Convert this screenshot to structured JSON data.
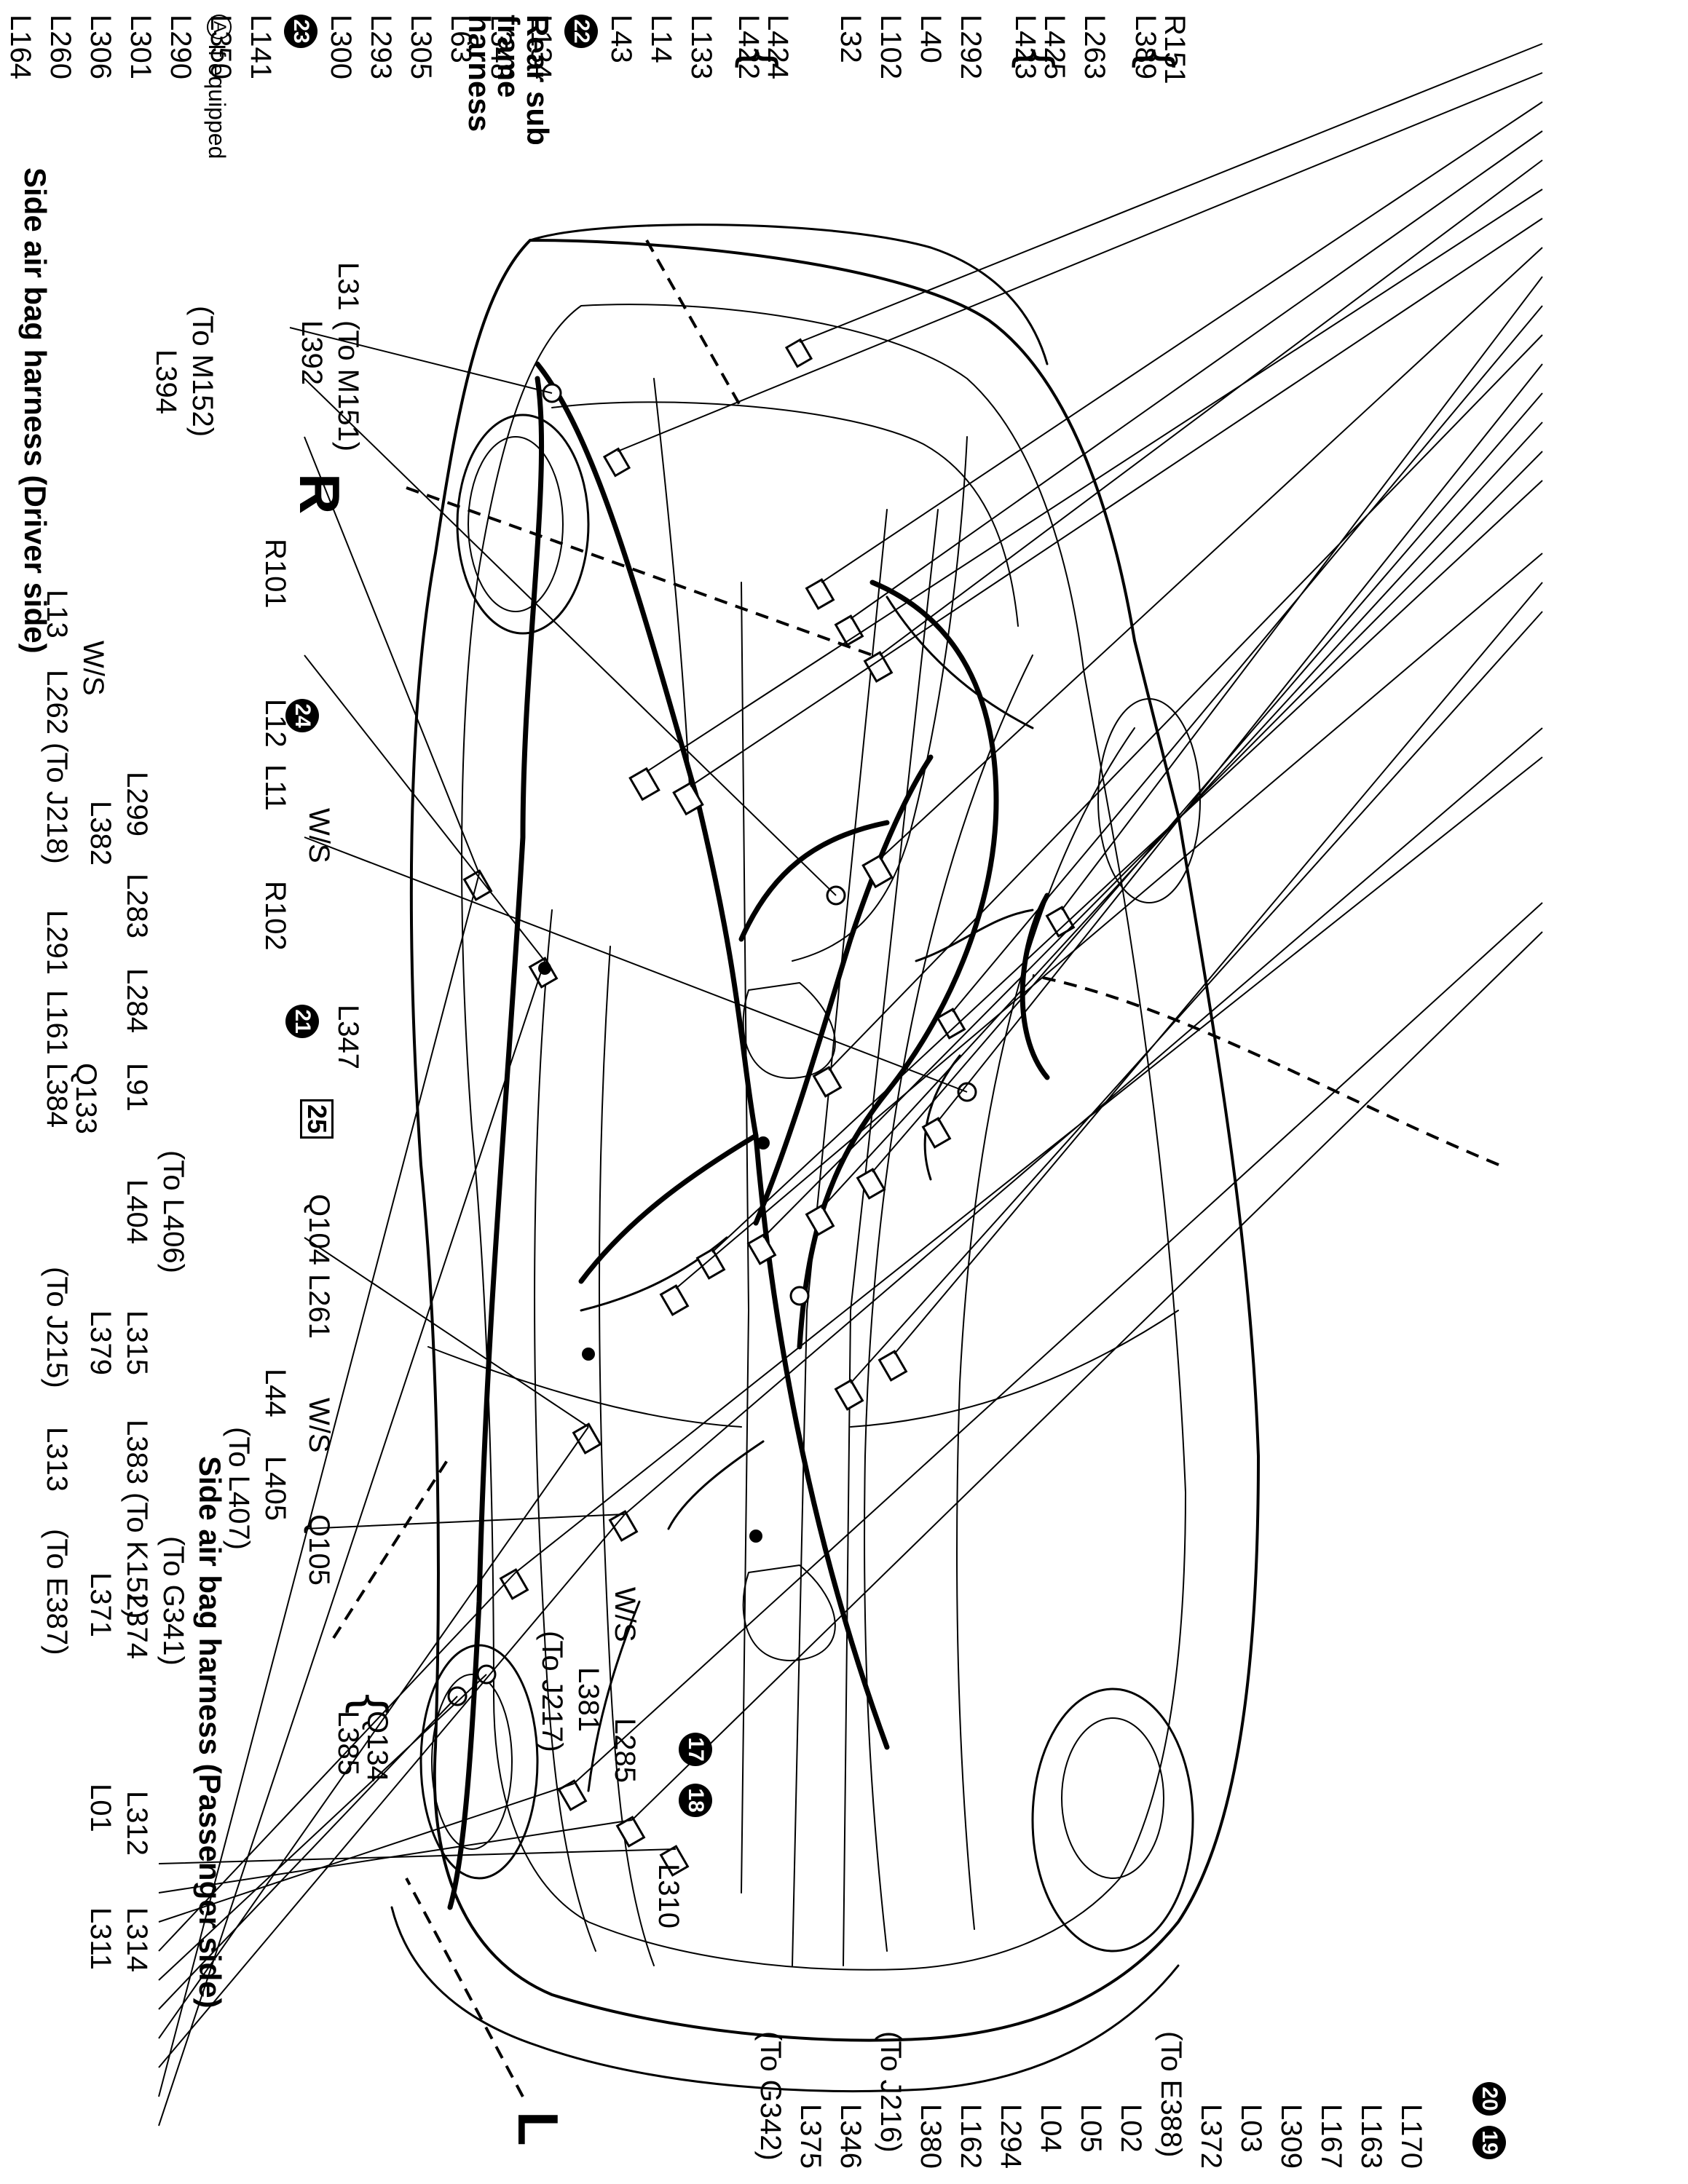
{
  "labels": {
    "side_airbag_driver": "Side air bag harness (Driver side)",
    "side_airbag_passenger": "Side air bag harness (Passenger side)",
    "rear_sub_frame": "Rear sub frame harness",
    "letter_R": "R",
    "letter_L": "L",
    "footnote_marker": "A",
    "footnote_text": "If equipped",
    "top_row": [
      "L164",
      "L260",
      "L306",
      "L301",
      "L290",
      "L350",
      "L141",
      "L300",
      "L293",
      "L305",
      "L63",
      "L348",
      "L134",
      "L43",
      "L14",
      "L133"
    ],
    "top_grouped": [
      "L422",
      "L424"
    ],
    "top_lower": [
      "L32",
      "L102",
      "L40",
      "L292",
      "L263"
    ],
    "top_group2": [
      "L423",
      "L425"
    ],
    "top_group3": [
      "L389",
      "R151"
    ],
    "badges": {
      "b23": "23",
      "b22": "22",
      "b24": "24",
      "b21": "21",
      "b25": "25",
      "b17": "17",
      "b18": "18",
      "b19": "19",
      "b20": "20"
    },
    "driver_side": {
      "L394": "L394",
      "to_M152": "(To M152)",
      "L392": "L392",
      "L31": "L31",
      "to_M151": "(To M151)",
      "L13": "L13",
      "WS1": "W/S",
      "L262": "L262",
      "to_J218": "(To J218)",
      "L382": "L382",
      "L299": "L299",
      "L283": "L283",
      "L291": "L291",
      "L284": "L284",
      "L161": "L161",
      "L384": "L384",
      "Q133": "Q133",
      "L91": "L91",
      "L404": "L404",
      "to_L406": "(To L406)",
      "L379": "L379",
      "to_J215": "(To J215)",
      "L315": "L315",
      "L313": "L313",
      "L383": "L383",
      "to_K152": "(To K152)",
      "L371": "L371",
      "to_E387": "(To E387)",
      "L374": "L374",
      "to_G341": "(To G341)",
      "L01": "L01",
      "L312": "L312",
      "L311": "L311",
      "L314": "L314"
    },
    "left_side": {
      "R101": "R101",
      "L12": "L12",
      "L11": "L11",
      "WS2": "W/S",
      "R102": "R102",
      "L347": "L347",
      "Q104": "Q104",
      "L261": "L261",
      "L44": "L44",
      "WS3": "W/S",
      "L405": "L405",
      "to_L407": "(To L407)",
      "Q105": "Q105",
      "WS4": "W/S",
      "L381": "L381",
      "to_J217": "(To J217)",
      "L285": "L285",
      "L310": "L310",
      "L385": "L385",
      "Q134": "Q134"
    },
    "bottom_row": [
      "L170",
      "L163",
      "L167",
      "L309",
      "L03",
      "L372",
      "L02",
      "L05",
      "L04",
      "L294",
      "L162",
      "L380",
      "L346",
      "L375"
    ],
    "bottom_extra": {
      "to_E388": "(To E388)",
      "to_J216": "(To J216)",
      "to_G342": "(To G342)"
    }
  },
  "colors": {
    "ink": "#000000",
    "paper": "#ffffff"
  },
  "icons": [
    "connector-icon",
    "ground-eyelet-icon",
    "splice-dot-icon"
  ]
}
